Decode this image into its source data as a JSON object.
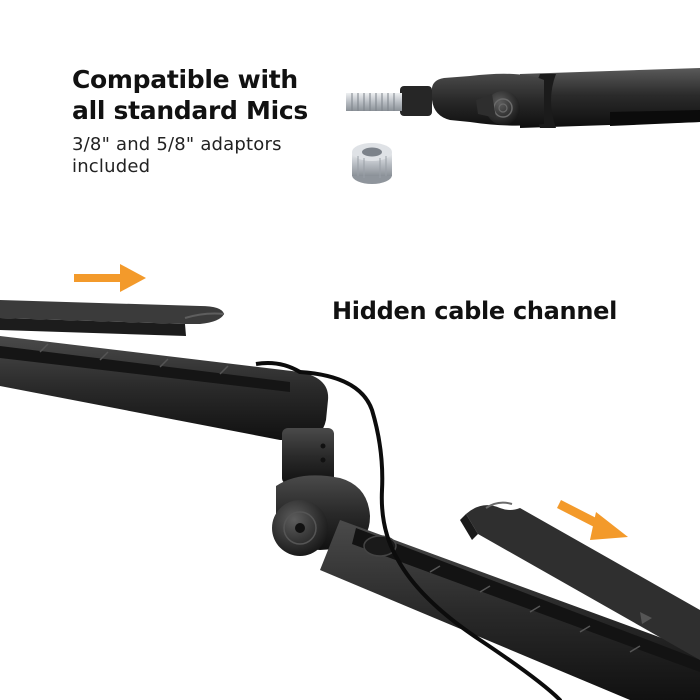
{
  "features": {
    "mic_compat": {
      "title_line1": "Compatible with",
      "title_line2": "all standard Mics",
      "sub_line1": "3/8\" and 5/8\" adaptors",
      "sub_line2": "included"
    },
    "cable": {
      "title": "Hidden cable channel"
    }
  },
  "colors": {
    "accent_arrow": "#F39A2B",
    "arm_metal": "#2a2a2a",
    "thread_metal": "#c9cdd2",
    "text": "#111111"
  },
  "icons": [
    "arrow-right-icon",
    "arrow-down-right-icon"
  ]
}
